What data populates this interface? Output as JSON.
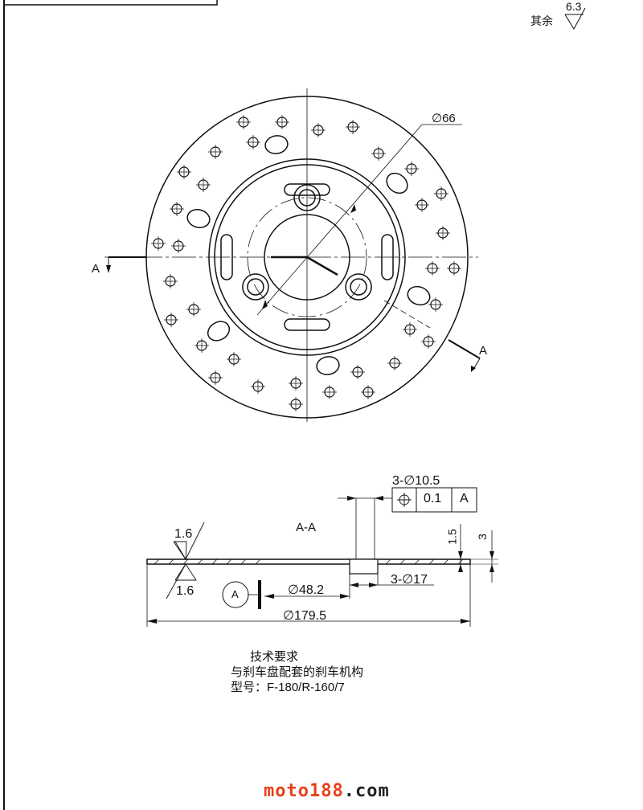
{
  "roughness": {
    "other_label": "其余",
    "other_value": "6.3",
    "face_top": "1.6",
    "face_bottom": "1.6"
  },
  "plan_view": {
    "hub_diameter": "∅66",
    "section_mark_left": "A",
    "section_mark_right": "A"
  },
  "section_view": {
    "title": "A-A",
    "bolt_hole_dim": "3-∅10.5",
    "position_tolerance": {
      "symbol": "⌖",
      "value": "0.1",
      "datum": "A"
    },
    "counterbore_dim": "3-∅17",
    "bore_dim": "∅48.2",
    "outer_dim": "∅179.5",
    "counterbore_depth": "1.5",
    "thickness": "3",
    "datum_label": "A"
  },
  "notes": {
    "title": "技术要求",
    "line1": "与刹车盘配套的刹车机构",
    "line2": "型号：F-180/R-160/7"
  },
  "watermark": {
    "brand": "moto188",
    "suffix": ".com",
    "brand_color": "#e8401c"
  }
}
